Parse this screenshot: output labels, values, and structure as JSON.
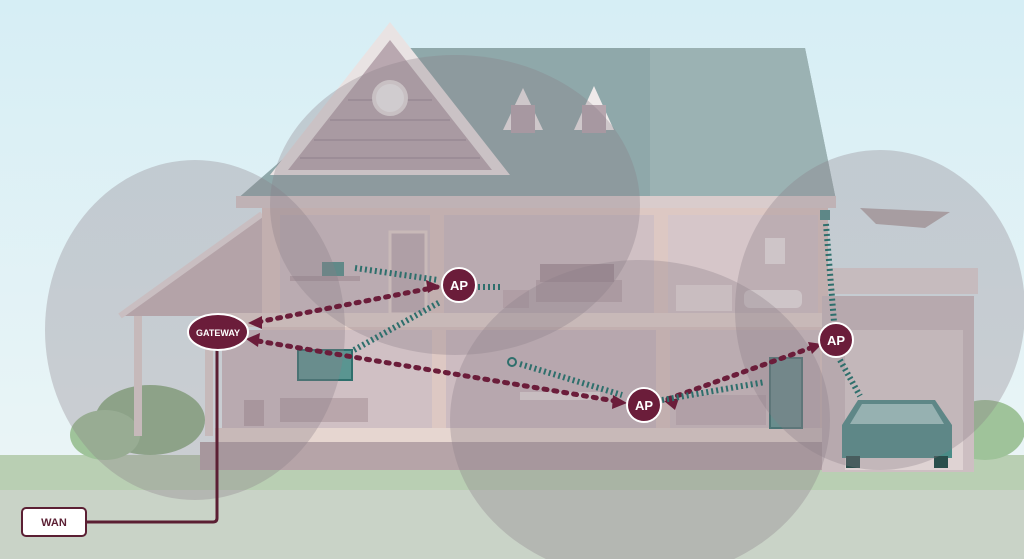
{
  "nodes": {
    "gateway": {
      "label": "GATEWAY"
    },
    "ap_upstairs": {
      "label": "AP"
    },
    "ap_downstairs": {
      "label": "AP"
    },
    "ap_garage": {
      "label": "AP"
    },
    "wan": {
      "label": "WAN"
    }
  },
  "colors": {
    "node_fill": "#6b1d3a",
    "link_dotted": "#6b1d3a",
    "wireless_link": "#2e6f6c",
    "coverage": "#9c8f98"
  }
}
